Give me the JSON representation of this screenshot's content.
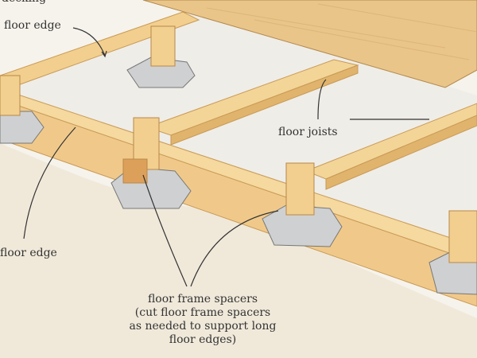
{
  "labels": {
    "decking": "decking",
    "floor_edge_top": "floor edge",
    "floor_joists": "floor joists",
    "floor_edge_left": "floor edge",
    "spacers_line1": "floor frame spacers",
    "spacers_line2": "(cut floor frame spacers",
    "spacers_line3": "as needed to support long",
    "spacers_line4": "floor edges)"
  },
  "colors": {
    "wood": "#f2cf8e",
    "wood_dark": "#d9a75c",
    "plywood": "#e8c58a",
    "block": "#c9cacb"
  }
}
